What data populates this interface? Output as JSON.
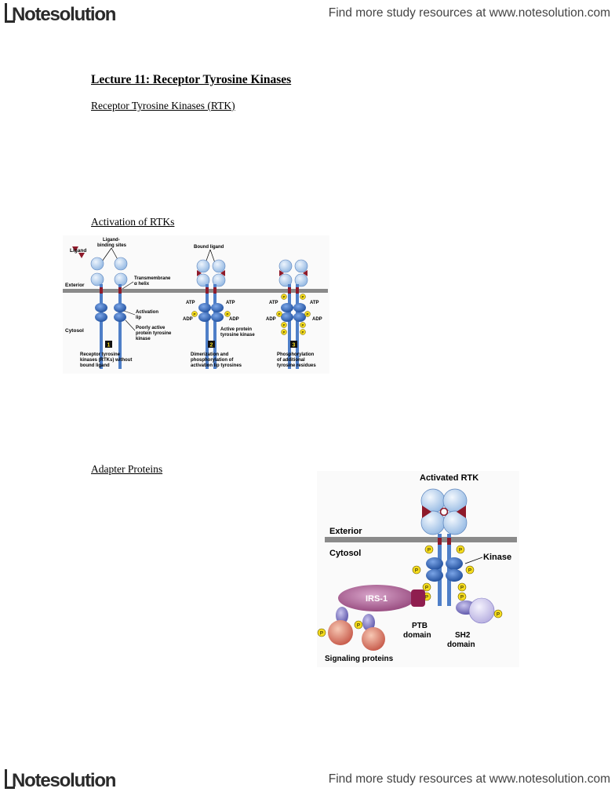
{
  "header": {
    "brand": "Notesolution",
    "tagline": "Find more study resources at www.notesolution.com"
  },
  "footer": {
    "brand": "Notesolution",
    "tagline": "Find more study resources at www.notesolution.com"
  },
  "lecture_title": "Lecture 11: Receptor Tyrosine Kinases ",
  "sections": [
    {
      "heading": "Receptor Tyrosine Kinases (RTK) "
    },
    {
      "heading": "Activation of RTKs "
    },
    {
      "heading": "Adapter Proteins "
    }
  ],
  "figure1": {
    "labels": {
      "ligand": "Ligand",
      "ligand_binding_1": "Ligand-",
      "ligand_binding_2": "binding sites",
      "exterior": "Exterior",
      "cytosol": "Cytosol",
      "transmembrane_1": "Transmembrane",
      "transmembrane_2": "α helix",
      "activation_1": "Activation",
      "activation_2": "lip",
      "poorly_1": "Poorly active",
      "poorly_2": "protein tyrosine",
      "poorly_3": "kinase",
      "bound_ligand": "Bound ligand",
      "atp": "ATP",
      "adp": "ADP",
      "active_1": "Active protein",
      "active_2": "tyrosine kinase",
      "p": "P"
    },
    "panels": [
      {
        "number": "1",
        "caption": [
          "Receptor tyrosine",
          "kinases (RTKs) without",
          "bound ligand"
        ]
      },
      {
        "number": "2",
        "caption": [
          "Dimerization and",
          "phosphorylation of",
          "activation lip tyrosines"
        ]
      },
      {
        "number": "3",
        "caption": [
          "Phosphorylation",
          "of additional",
          "tyrosine residues"
        ]
      }
    ]
  },
  "figure2": {
    "labels": {
      "activated_rtk": "Activated RTK",
      "exterior": "Exterior",
      "cytosol": "Cytosol",
      "kinase": "Kinase",
      "irs1": "IRS-1",
      "ptb_1": "PTB",
      "ptb_2": "domain",
      "sh2_1": "SH2",
      "sh2_2": "domain",
      "signaling": "Signaling proteins",
      "p": "P"
    }
  },
  "colors": {
    "receptor_blue": "#4f7fc8",
    "kinase_blue": "#3565b5",
    "sphere_blue": "#c7dcf3",
    "ligand_red": "#8e1a2a",
    "membrane_gray": "#8a8a8a",
    "phosphate_yellow": "#f5dc1e",
    "irs1_purple": "#a24d86"
  }
}
